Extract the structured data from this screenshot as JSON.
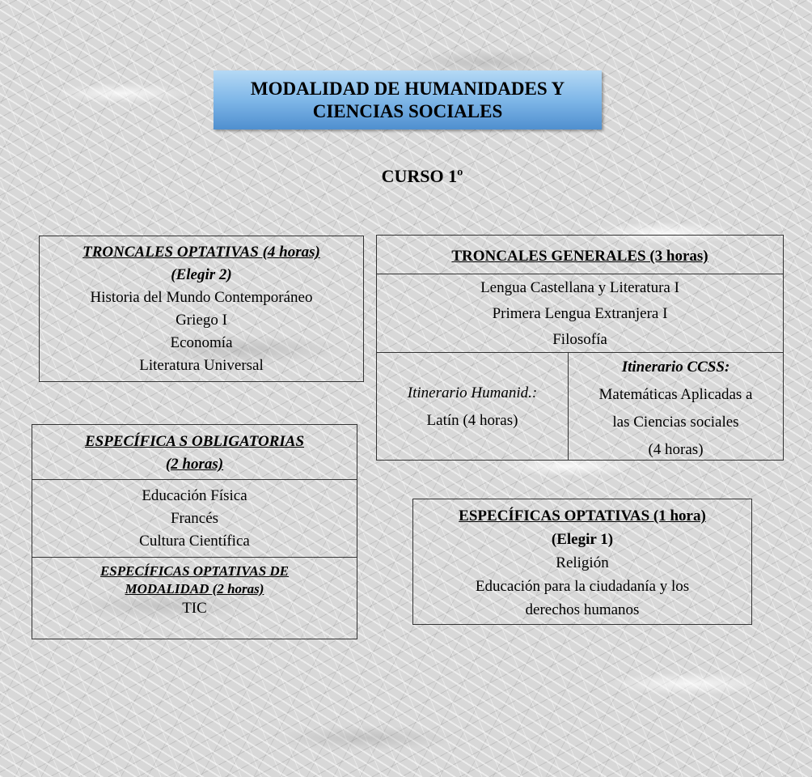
{
  "title": {
    "line1": "MODALIDAD DE HUMANIDADES Y",
    "line2": "CIENCIAS SOCIALES"
  },
  "curso": "CURSO 1º",
  "troncales_optativas": {
    "heading": "TRONCALES OPTATIVAS (4 horas)",
    "subheading": "(Elegir 2)",
    "items": [
      "Historia del Mundo Contemporáneo",
      "Griego I",
      "Economía",
      "Literatura Universal"
    ]
  },
  "troncales_generales": {
    "heading": "TRONCALES GENERALES (3 horas)",
    "items": [
      "Lengua Castellana y Literatura I",
      "Primera Lengua Extranjera I",
      "Filosofía"
    ],
    "itinerario_humanidades": {
      "label": "Itinerario Humanid.:",
      "subject": "Latín (4 horas)"
    },
    "itinerario_ccss": {
      "label": "Itinerario CCSS:",
      "line1": "Matemáticas Aplicadas a",
      "line2": "las Ciencias sociales",
      "line3": "(4 horas)"
    }
  },
  "especificas_obligatorias": {
    "heading": "ESPECÍFICA S OBLIGATORIAS",
    "subheading": "(2 horas)",
    "items": [
      "Educación Física",
      "Francés",
      "Cultura Científica"
    ],
    "modalidad": {
      "heading_line1": "ESPECÍFICAS OPTATIVAS DE",
      "heading_line2": "MODALIDAD (2 horas)",
      "item": "TIC"
    }
  },
  "especificas_optativas": {
    "heading": "ESPECÍFICAS OPTATIVAS (1 hora)",
    "subheading": "(Elegir 1)",
    "items": [
      "Religión",
      "Educación para la ciudadanía y los",
      "derechos humanos"
    ]
  },
  "colors": {
    "title_gradient_top": "#b5d9f5",
    "title_gradient_bottom": "#4f8fcf",
    "border": "#333333",
    "background": "#d8d8d8"
  }
}
